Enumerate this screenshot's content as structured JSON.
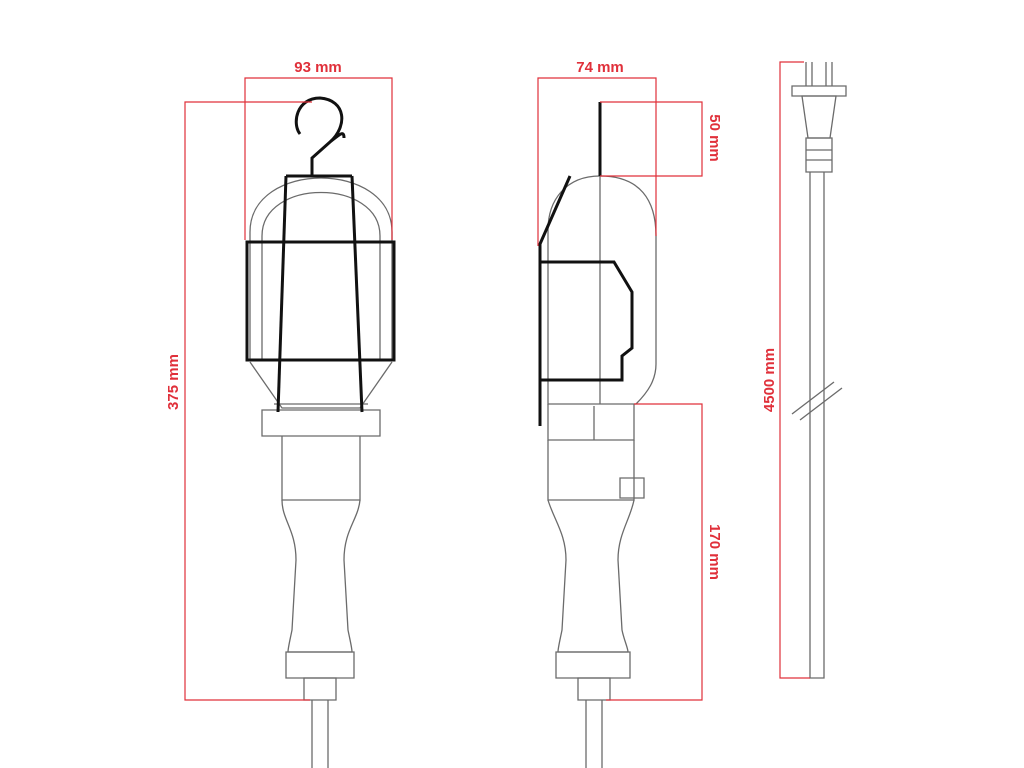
{
  "colors": {
    "outline": "#6b6b6b",
    "cage": "#111111",
    "dimension": "#e0303a"
  },
  "labels": {
    "front_width": "93 mm",
    "front_height": "375 mm",
    "side_width": "74 mm",
    "hook_height": "50 mm",
    "handle_length": "170 mm",
    "cable_length": "4500 mm"
  }
}
